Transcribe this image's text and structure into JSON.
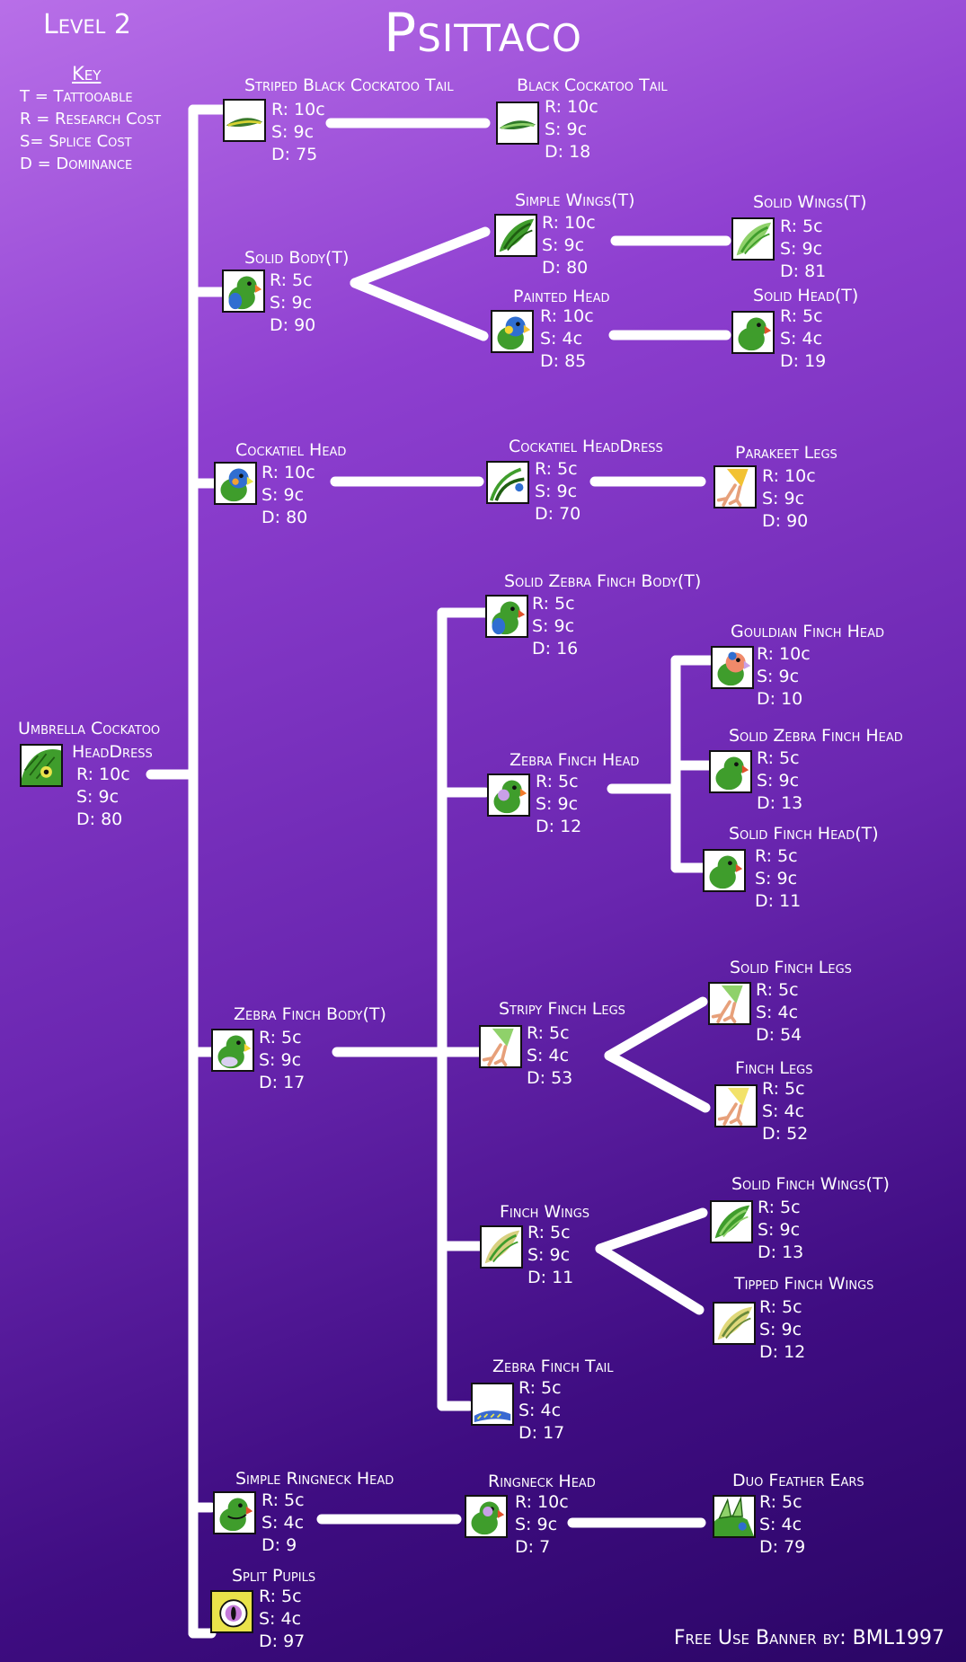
{
  "header": {
    "level": "Level 2",
    "title": "Psittaco"
  },
  "key": {
    "heading": "Key",
    "items": [
      "T = Tattooable",
      "R = Research Cost",
      "S= Splice Cost",
      "D = Dominance"
    ]
  },
  "credit": "Free Use Banner by: BML1997",
  "colors": {
    "line": "#ffffff",
    "bg_top": "#b86fe8",
    "bg_bottom": "#2a0565"
  },
  "nodes": [
    {
      "id": "umbrella",
      "name": "Umbrella Cockatoo",
      "name2": "HeadDress",
      "icon": "umbrella-cockatoo-headdress-icon",
      "r": "R: 10c",
      "s": "S: 9c",
      "d": "D: 80"
    },
    {
      "id": "striped-tail",
      "name": "Striped Black Cockatoo Tail",
      "icon": "striped-black-cockatoo-tail-icon",
      "r": "R: 10c",
      "s": "S: 9c",
      "d": "D: 75"
    },
    {
      "id": "black-tail",
      "name": "Black Cockatoo Tail",
      "icon": "black-cockatoo-tail-icon",
      "r": "R: 10c",
      "s": "S: 9c",
      "d": "D: 18"
    },
    {
      "id": "solid-body",
      "name": "Solid Body(T)",
      "icon": "solid-body-icon",
      "r": "R: 5c",
      "s": "S: 9c",
      "d": "D: 90"
    },
    {
      "id": "simple-wings",
      "name": "Simple Wings(T)",
      "icon": "simple-wings-icon",
      "r": "R: 10c",
      "s": "S: 9c",
      "d": "D: 80"
    },
    {
      "id": "solid-wings",
      "name": "Solid Wings(T)",
      "icon": "solid-wings-icon",
      "r": "R: 5c",
      "s": "S: 9c",
      "d": "D: 81"
    },
    {
      "id": "painted-head",
      "name": "Painted Head",
      "icon": "painted-head-icon",
      "r": "R: 10c",
      "s": "S: 4c",
      "d": "D: 85"
    },
    {
      "id": "solid-head",
      "name": "Solid Head(T)",
      "icon": "solid-head-icon",
      "r": "R: 5c",
      "s": "S: 4c",
      "d": "D: 19"
    },
    {
      "id": "cockatiel-head",
      "name": "Cockatiel Head",
      "icon": "cockatiel-head-icon",
      "r": "R: 10c",
      "s": "S: 9c",
      "d": "D: 80"
    },
    {
      "id": "cockatiel-headdress",
      "name": "Cockatiel HeadDress",
      "icon": "cockatiel-headdress-icon",
      "r": "R: 5c",
      "s": "S: 9c",
      "d": "D: 70"
    },
    {
      "id": "parakeet-legs",
      "name": "Parakeet Legs",
      "icon": "parakeet-legs-icon",
      "r": "R: 10c",
      "s": "S: 9c",
      "d": "D: 90"
    },
    {
      "id": "solid-zebra-body",
      "name": "Solid Zebra Finch Body(T)",
      "icon": "solid-zebra-finch-body-icon",
      "r": "R: 5c",
      "s": "S: 9c",
      "d": "D: 16"
    },
    {
      "id": "gouldian-head",
      "name": "Gouldian Finch Head",
      "icon": "gouldian-finch-head-icon",
      "r": "R: 10c",
      "s": "S: 9c",
      "d": "D: 10"
    },
    {
      "id": "zebra-head",
      "name": "Zebra Finch Head",
      "icon": "zebra-finch-head-icon",
      "r": "R: 5c",
      "s": "S: 9c",
      "d": "D: 12"
    },
    {
      "id": "solid-zebra-head",
      "name": "Solid Zebra Finch Head",
      "icon": "solid-zebra-finch-head-icon",
      "r": "R: 5c",
      "s": "S: 9c",
      "d": "D: 13"
    },
    {
      "id": "solid-finch-head",
      "name": "Solid Finch Head(T)",
      "icon": "solid-finch-head-icon",
      "r": "R: 5c",
      "s": "S: 9c",
      "d": "D: 11"
    },
    {
      "id": "zebra-body",
      "name": "Zebra Finch Body(T)",
      "icon": "zebra-finch-body-icon",
      "r": "R: 5c",
      "s": "S: 9c",
      "d": "D: 17"
    },
    {
      "id": "stripy-legs",
      "name": "Stripy Finch Legs",
      "icon": "stripy-finch-legs-icon",
      "r": "R: 5c",
      "s": "S: 4c",
      "d": "D: 53"
    },
    {
      "id": "solid-finch-legs",
      "name": "Solid Finch Legs",
      "icon": "solid-finch-legs-icon",
      "r": "R: 5c",
      "s": "S: 4c",
      "d": "D: 54"
    },
    {
      "id": "finch-legs",
      "name": "Finch Legs",
      "icon": "finch-legs-icon",
      "r": "R: 5c",
      "s": "S: 4c",
      "d": "D: 52"
    },
    {
      "id": "finch-wings",
      "name": "Finch Wings",
      "icon": "finch-wings-icon",
      "r": "R: 5c",
      "s": "S: 9c",
      "d": "D: 11"
    },
    {
      "id": "solid-finch-wings",
      "name": "Solid Finch Wings(T)",
      "icon": "solid-finch-wings-icon",
      "r": "R: 5c",
      "s": "S: 9c",
      "d": "D: 13"
    },
    {
      "id": "tipped-finch-wings",
      "name": "Tipped Finch Wings",
      "icon": "tipped-finch-wings-icon",
      "r": "R: 5c",
      "s": "S: 9c",
      "d": "D: 12"
    },
    {
      "id": "zebra-tail",
      "name": "Zebra Finch Tail",
      "icon": "zebra-finch-tail-icon",
      "r": "R: 5c",
      "s": "S: 4c",
      "d": "D: 17"
    },
    {
      "id": "simple-ringneck",
      "name": "Simple Ringneck Head",
      "icon": "simple-ringneck-head-icon",
      "r": "R: 5c",
      "s": "S: 4c",
      "d": "D: 9"
    },
    {
      "id": "ringneck-head",
      "name": "Ringneck Head",
      "icon": "ringneck-head-icon",
      "r": "R: 10c",
      "s": "S: 9c",
      "d": "D: 7"
    },
    {
      "id": "duo-ears",
      "name": "Duo Feather Ears",
      "icon": "duo-feather-ears-icon",
      "r": "R: 5c",
      "s": "S: 4c",
      "d": "D: 79"
    },
    {
      "id": "split-pupils",
      "name": "Split Pupils",
      "icon": "split-pupils-icon",
      "r": "R: 5c",
      "s": "S: 4c",
      "d": "D: 97"
    }
  ]
}
